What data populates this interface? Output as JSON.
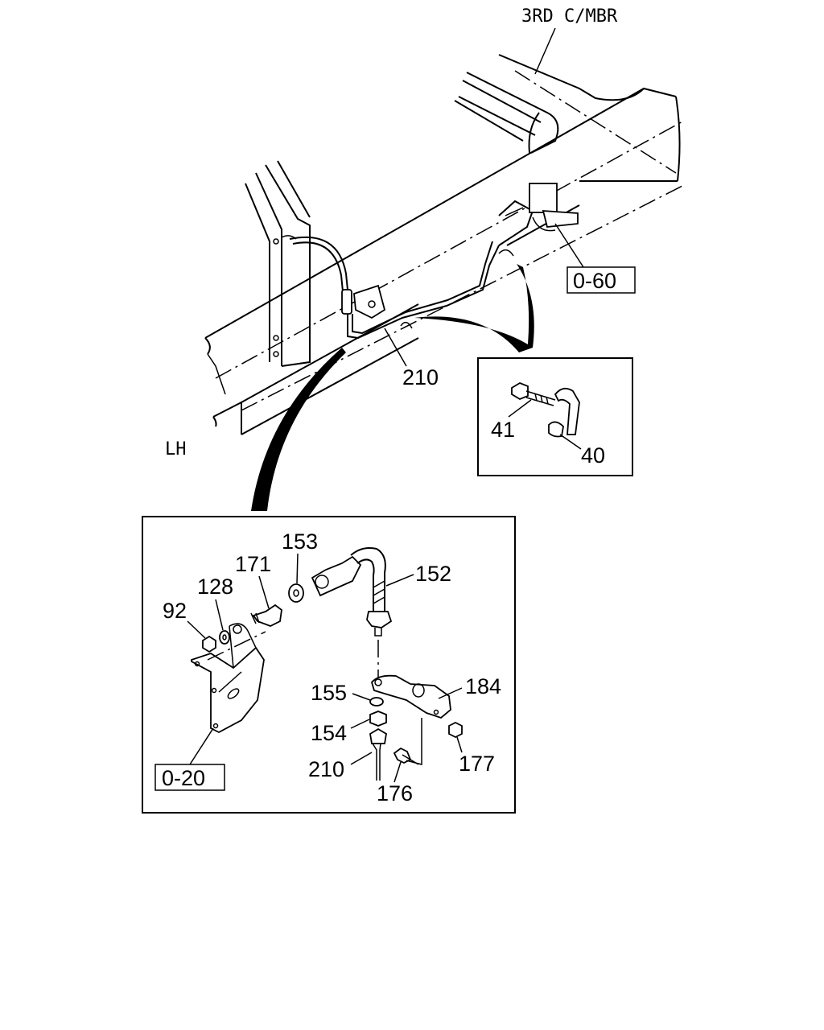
{
  "labels": {
    "member": "3RD C/MBR",
    "side": "LH"
  },
  "callouts": {
    "p210_main": "210",
    "p41": "41",
    "p40": "40",
    "p153": "153",
    "p171": "171",
    "p128": "128",
    "p92": "92",
    "p152": "152",
    "p184": "184",
    "p155": "155",
    "p154": "154",
    "p210_detail": "210",
    "p176": "176",
    "p177": "177"
  },
  "references": {
    "ref_060": "0-60",
    "ref_020": "0-20"
  }
}
